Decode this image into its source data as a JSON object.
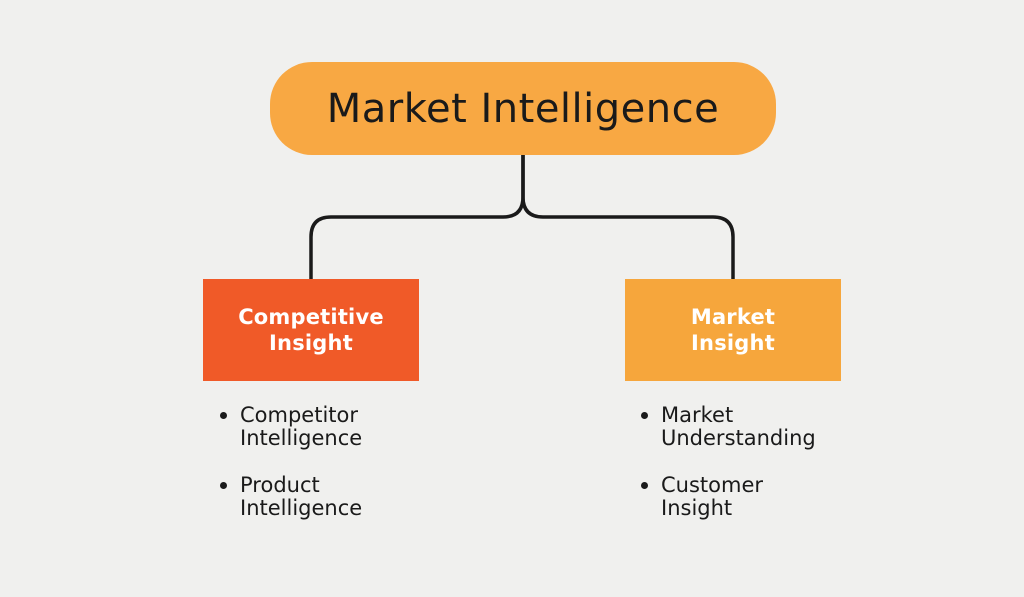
{
  "diagram": {
    "root": {
      "label": "Market Intelligence"
    },
    "branches": [
      {
        "name": "competitive-insight",
        "label_line1": "Competitive",
        "label_line2": "Insight",
        "items": [
          {
            "line1": "Competitor",
            "line2": "Intelligence"
          },
          {
            "line1": "Product",
            "line2": "Intelligence"
          }
        ]
      },
      {
        "name": "market-insight",
        "label_line1": "Market",
        "label_line2": "Insight",
        "items": [
          {
            "line1": "Market",
            "line2": "Understanding"
          },
          {
            "line1": "Customer",
            "line2": "Insight"
          }
        ]
      }
    ]
  },
  "colors": {
    "background": "#F0F0EE",
    "root_node": "#F8A843",
    "branch_left": "#F05A28",
    "branch_right": "#F6A63C",
    "connector": "#1A1A1A",
    "text_dark": "#1A1A1A",
    "text_light": "#FFFFFF"
  }
}
